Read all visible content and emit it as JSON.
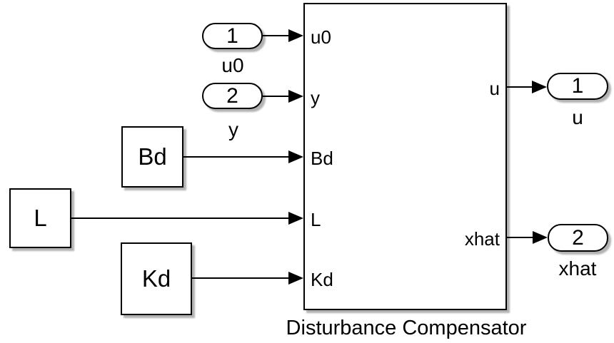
{
  "subsystem": {
    "label": "Disturbance Compensator",
    "input_ports": [
      "u0",
      "y",
      "Bd",
      "L",
      "Kd"
    ],
    "output_ports": [
      "u",
      "xhat"
    ]
  },
  "inports": [
    {
      "number": "1",
      "label": "u0"
    },
    {
      "number": "2",
      "label": "y"
    }
  ],
  "constant_blocks": [
    {
      "label": "Bd"
    },
    {
      "label": "L"
    },
    {
      "label": "Kd"
    }
  ],
  "outports": [
    {
      "number": "1",
      "label": "u"
    },
    {
      "number": "2",
      "label": "xhat"
    }
  ],
  "colors": {
    "stroke": "#000000",
    "block_fill": "#ffffff",
    "canvas": "#ffffff",
    "shadow": "#b4b4b4"
  }
}
